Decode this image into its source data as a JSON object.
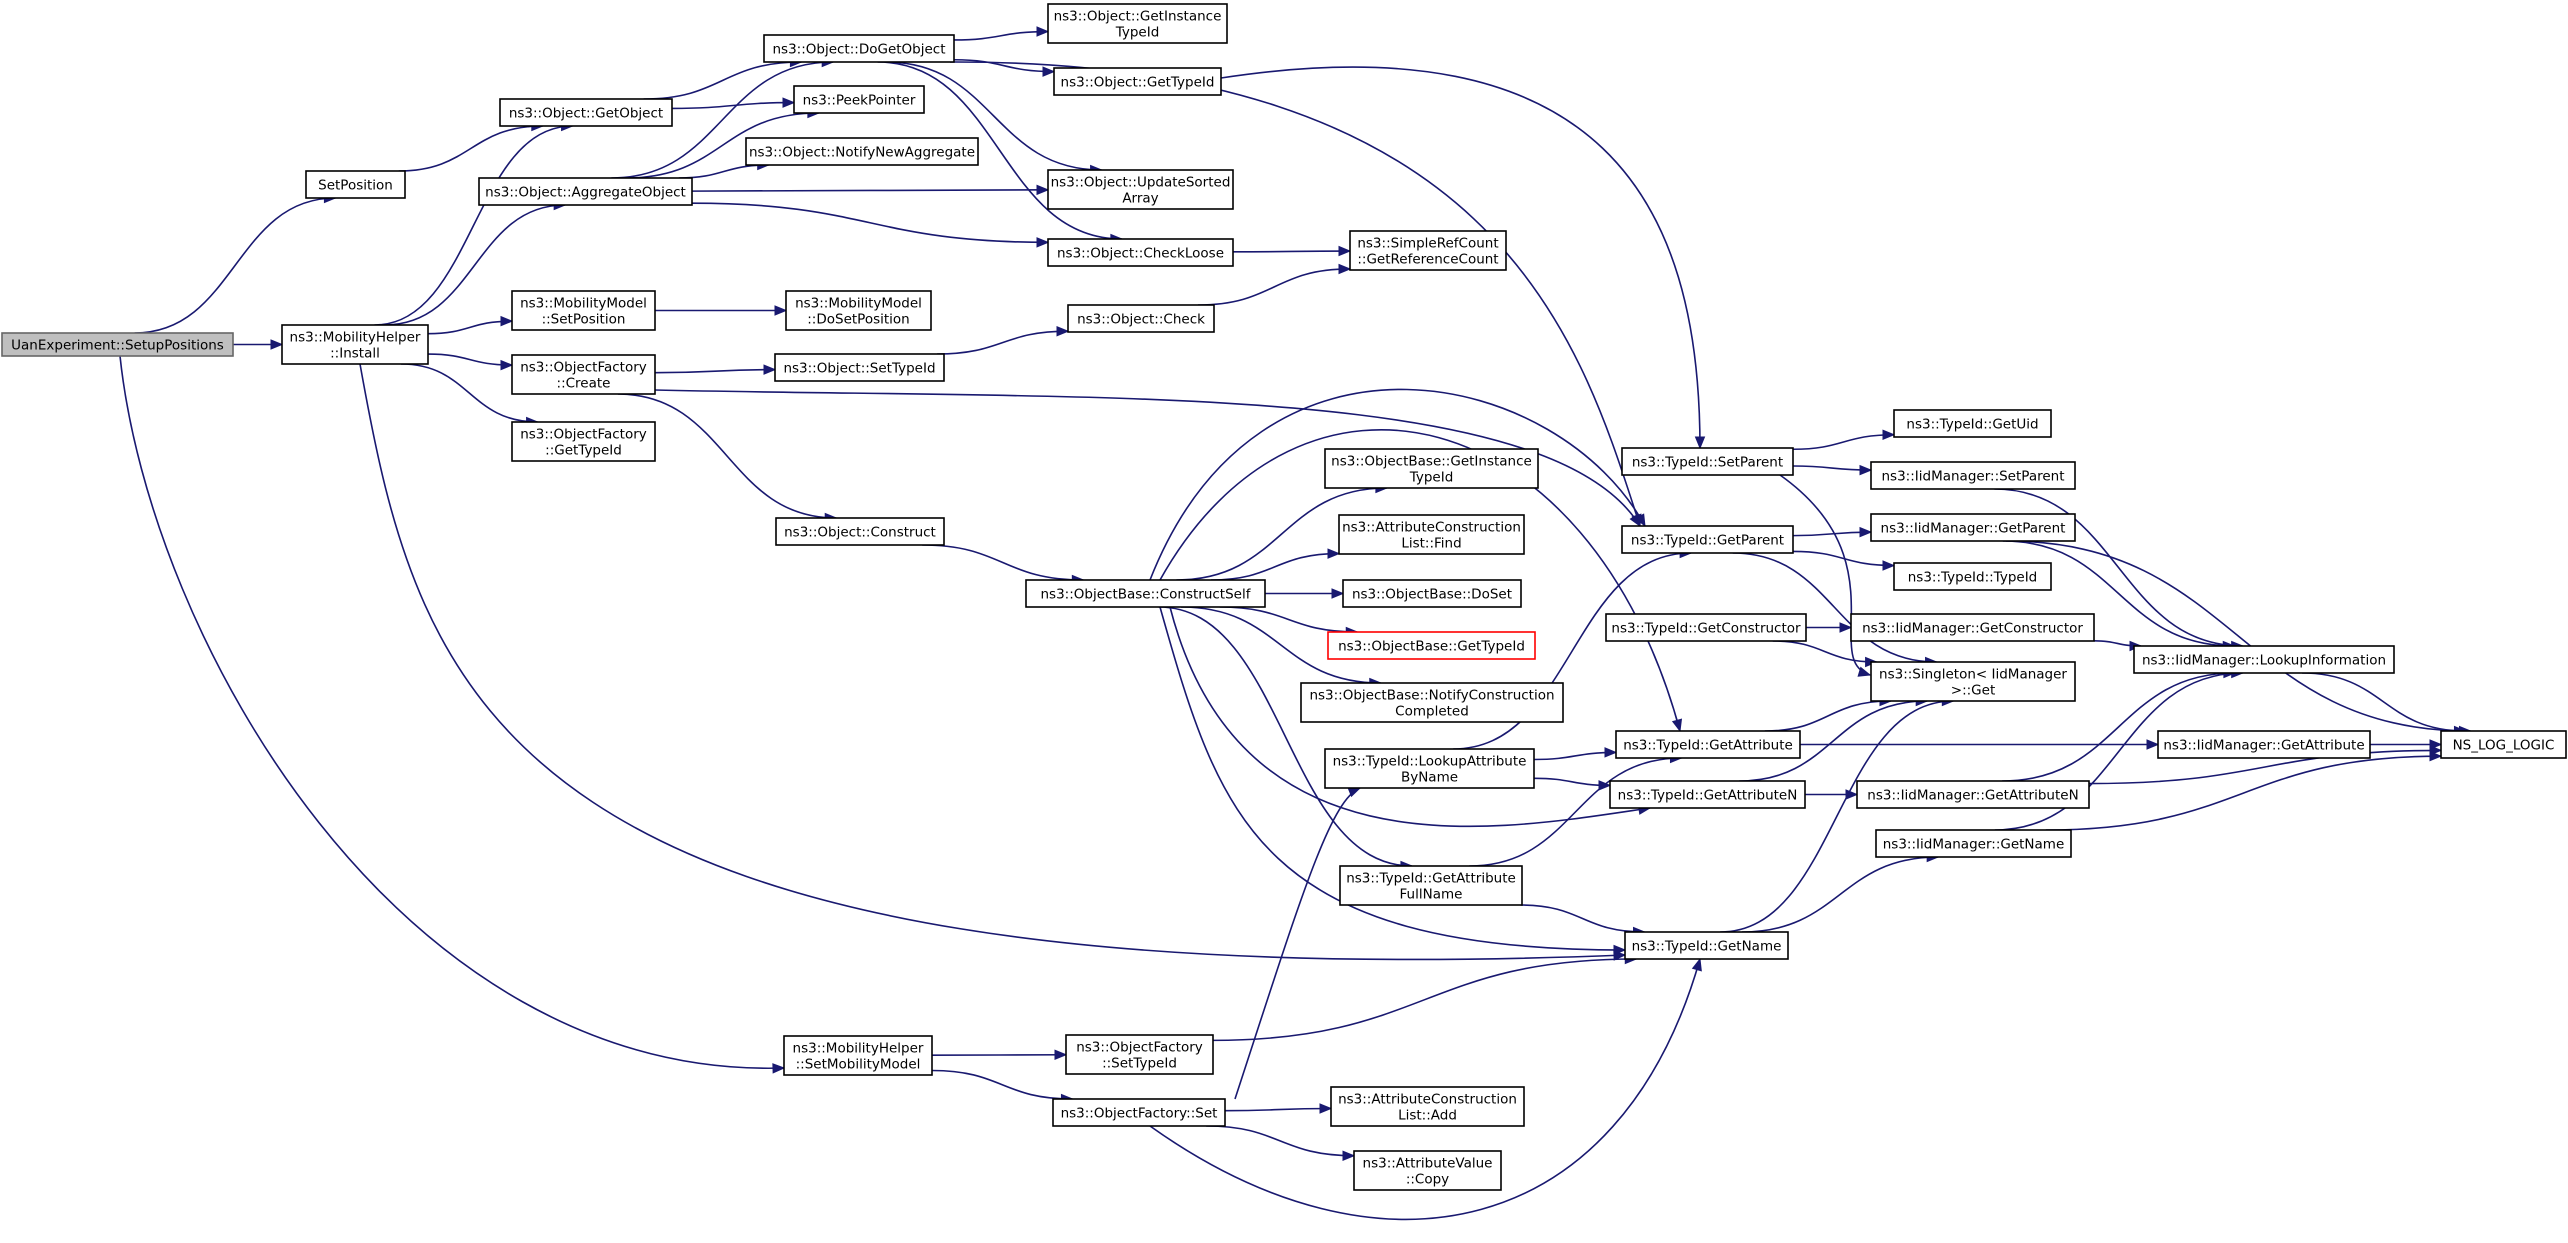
{
  "graph": {
    "title": "",
    "edge_color": "#191970",
    "node_border_color": "#000000",
    "root_fill_color": "#bfbfbf",
    "highlight_border_color": "#ff0000",
    "nodes": {
      "root": [
        "UanExperiment::SetupPositions"
      ],
      "setpos": [
        "SetPosition"
      ],
      "mhinst": [
        "ns3::MobilityHelper",
        "::Install"
      ],
      "mhsetmm": [
        "ns3::MobilityHelper",
        "::SetMobilityModel"
      ],
      "getobj": [
        "ns3::Object::GetObject"
      ],
      "aggobj": [
        "ns3::Object::AggregateObject"
      ],
      "mmsetpos": [
        "ns3::MobilityModel",
        "::SetPosition"
      ],
      "ofcreate": [
        "ns3::ObjectFactory",
        "::Create"
      ],
      "ofgettid": [
        "ns3::ObjectFactory",
        "::GetTypeId"
      ],
      "dogetobj": [
        "ns3::Object::DoGetObject"
      ],
      "peek": [
        "ns3::PeekPointer"
      ],
      "notifynew": [
        "ns3::Object::NotifyNewAggregate"
      ],
      "mmdosetpos": [
        "ns3::MobilityModel",
        "::DoSetPosition"
      ],
      "objsettid": [
        "ns3::Object::SetTypeId"
      ],
      "objconstruct": [
        "ns3::Object::Construct"
      ],
      "getinsttid": [
        "ns3::Object::GetInstance",
        "TypeId"
      ],
      "objgettid": [
        "ns3::Object::GetTypeId"
      ],
      "updsorted": [
        "ns3::Object::UpdateSorted",
        "Array"
      ],
      "checkloose": [
        "ns3::Object::CheckLoose"
      ],
      "check": [
        "ns3::Object::Check"
      ],
      "simplerc": [
        "ns3::SimpleRefCount",
        "::GetReferenceCount"
      ],
      "constructself": [
        "ns3::ObjectBase::ConstructSelf"
      ],
      "obgetinst": [
        "ns3::ObjectBase::GetInstance",
        "TypeId"
      ],
      "aclfind": [
        "ns3::AttributeConstruction",
        "List::Find"
      ],
      "obdoset": [
        "ns3::ObjectBase::DoSet"
      ],
      "obgettid": [
        "ns3::ObjectBase::GetTypeId"
      ],
      "obnotify": [
        "ns3::ObjectBase::NotifyConstruction",
        "Completed"
      ],
      "lookupattr": [
        "ns3::TypeId::LookupAttribute",
        "ByName"
      ],
      "getattrfull": [
        "ns3::TypeId::GetAttribute",
        "FullName"
      ],
      "ofsettid": [
        "ns3::ObjectFactory",
        "::SetTypeId"
      ],
      "ofset": [
        "ns3::ObjectFactory::Set"
      ],
      "acladd": [
        "ns3::AttributeConstruction",
        "List::Add"
      ],
      "avcopy": [
        "ns3::AttributeValue",
        "::Copy"
      ],
      "tidsetparent": [
        "ns3::TypeId::SetParent"
      ],
      "tidgetparent": [
        "ns3::TypeId::GetParent"
      ],
      "tidgetctor": [
        "ns3::TypeId::GetConstructor"
      ],
      "tidgetattr": [
        "ns3::TypeId::GetAttribute"
      ],
      "tidgetattrn": [
        "ns3::TypeId::GetAttributeN"
      ],
      "tidgetname": [
        "ns3::TypeId::GetName"
      ],
      "tidgetuid": [
        "ns3::TypeId::GetUid"
      ],
      "imsetparent": [
        "ns3::IidManager::SetParent"
      ],
      "imgetparent": [
        "ns3::IidManager::GetParent"
      ],
      "tidtypeid": [
        "ns3::TypeId::TypeId"
      ],
      "imgetctor": [
        "ns3::IidManager::GetConstructor"
      ],
      "singleton": [
        "ns3::Singleton< IidManager",
        ">::Get"
      ],
      "imgetattrn": [
        "ns3::IidManager::GetAttributeN"
      ],
      "imgetname": [
        "ns3::IidManager::GetName"
      ],
      "imlookup": [
        "ns3::IidManager::LookupInformation"
      ],
      "imgetattr": [
        "ns3::IidManager::GetAttribute"
      ],
      "nslog": [
        "NS_LOG_LOGIC"
      ]
    },
    "edges": [
      [
        "root",
        "setpos"
      ],
      [
        "root",
        "mhinst"
      ],
      [
        "root",
        "mhsetmm"
      ],
      [
        "setpos",
        "getobj"
      ],
      [
        "mhinst",
        "getobj"
      ],
      [
        "mhinst",
        "aggobj"
      ],
      [
        "mhinst",
        "mmsetpos"
      ],
      [
        "mhinst",
        "ofcreate"
      ],
      [
        "mhinst",
        "ofgettid"
      ],
      [
        "mhinst",
        "tidgetname"
      ],
      [
        "getobj",
        "dogetobj"
      ],
      [
        "getobj",
        "peek"
      ],
      [
        "aggobj",
        "dogetobj"
      ],
      [
        "aggobj",
        "peek"
      ],
      [
        "aggobj",
        "notifynew"
      ],
      [
        "aggobj",
        "updsorted"
      ],
      [
        "aggobj",
        "checkloose"
      ],
      [
        "dogetobj",
        "getinsttid"
      ],
      [
        "dogetobj",
        "objgettid"
      ],
      [
        "dogetobj",
        "updsorted"
      ],
      [
        "dogetobj",
        "checkloose"
      ],
      [
        "dogetobj",
        "tidgetparent"
      ],
      [
        "objgettid",
        "tidsetparent"
      ],
      [
        "checkloose",
        "simplerc"
      ],
      [
        "check",
        "simplerc"
      ],
      [
        "mmsetpos",
        "mmdosetpos"
      ],
      [
        "ofcreate",
        "objsettid"
      ],
      [
        "ofcreate",
        "objconstruct"
      ],
      [
        "ofcreate",
        "tidgetparent"
      ],
      [
        "objsettid",
        "check"
      ],
      [
        "objconstruct",
        "constructself"
      ],
      [
        "constructself",
        "obgetinst"
      ],
      [
        "constructself",
        "aclfind"
      ],
      [
        "constructself",
        "obdoset"
      ],
      [
        "constructself",
        "obgettid"
      ],
      [
        "constructself",
        "obnotify"
      ],
      [
        "constructself",
        "tidgetparent"
      ],
      [
        "constructself",
        "tidgetattr"
      ],
      [
        "constructself",
        "tidgetattrn"
      ],
      [
        "constructself",
        "getattrfull"
      ],
      [
        "constructself",
        "tidgetname"
      ],
      [
        "lookupattr",
        "tidgetparent"
      ],
      [
        "lookupattr",
        "tidgetattr"
      ],
      [
        "lookupattr",
        "tidgetattrn"
      ],
      [
        "getattrfull",
        "tidgetattr"
      ],
      [
        "getattrfull",
        "tidgetname"
      ],
      [
        "mhsetmm",
        "ofsettid"
      ],
      [
        "mhsetmm",
        "ofset"
      ],
      [
        "ofsettid",
        "tidgetname"
      ],
      [
        "ofset",
        "lookupattr"
      ],
      [
        "ofset",
        "acladd"
      ],
      [
        "ofset",
        "avcopy"
      ],
      [
        "ofset",
        "tidgetname"
      ],
      [
        "tidsetparent",
        "tidgetuid"
      ],
      [
        "tidsetparent",
        "imsetparent"
      ],
      [
        "tidsetparent",
        "singleton"
      ],
      [
        "tidgetparent",
        "imgetparent"
      ],
      [
        "tidgetparent",
        "tidtypeid"
      ],
      [
        "tidgetparent",
        "singleton"
      ],
      [
        "tidgetctor",
        "imgetctor"
      ],
      [
        "tidgetctor",
        "singleton"
      ],
      [
        "tidgetattr",
        "singleton"
      ],
      [
        "tidgetattr",
        "imgetattr"
      ],
      [
        "tidgetattrn",
        "singleton"
      ],
      [
        "tidgetattrn",
        "imgetattrn"
      ],
      [
        "tidgetname",
        "singleton"
      ],
      [
        "tidgetname",
        "imgetname"
      ],
      [
        "imsetparent",
        "imlookup"
      ],
      [
        "imgetparent",
        "imlookup"
      ],
      [
        "imgetparent",
        "nslog"
      ],
      [
        "imgetctor",
        "imlookup"
      ],
      [
        "imgetattrn",
        "imlookup"
      ],
      [
        "imgetattrn",
        "nslog"
      ],
      [
        "imgetname",
        "imlookup"
      ],
      [
        "imgetname",
        "nslog"
      ],
      [
        "imlookup",
        "nslog"
      ],
      [
        "imgetattr",
        "nslog"
      ]
    ]
  }
}
